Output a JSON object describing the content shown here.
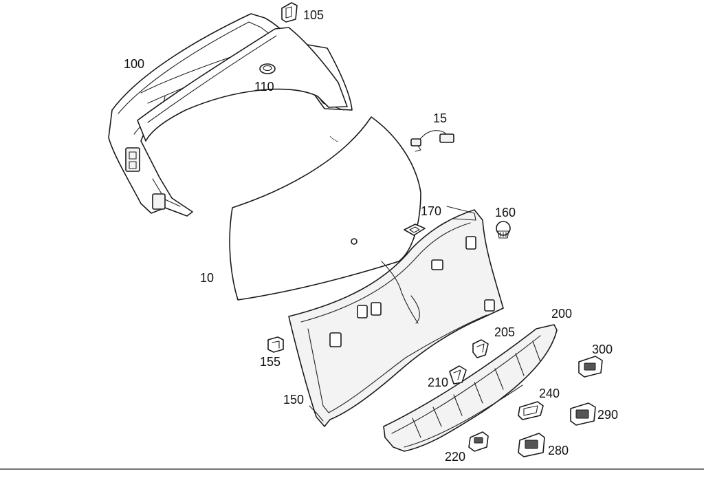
{
  "callouts": {
    "p10": "10",
    "p15": "15",
    "p100": "100",
    "p105": "105",
    "p110": "110",
    "p150": "150",
    "p155": "155",
    "p160": "160",
    "p170": "170",
    "p200": "200",
    "p205": "205",
    "p210": "210",
    "p220": "220",
    "p240": "240",
    "p280": "280",
    "p290": "290",
    "p300": "300"
  }
}
